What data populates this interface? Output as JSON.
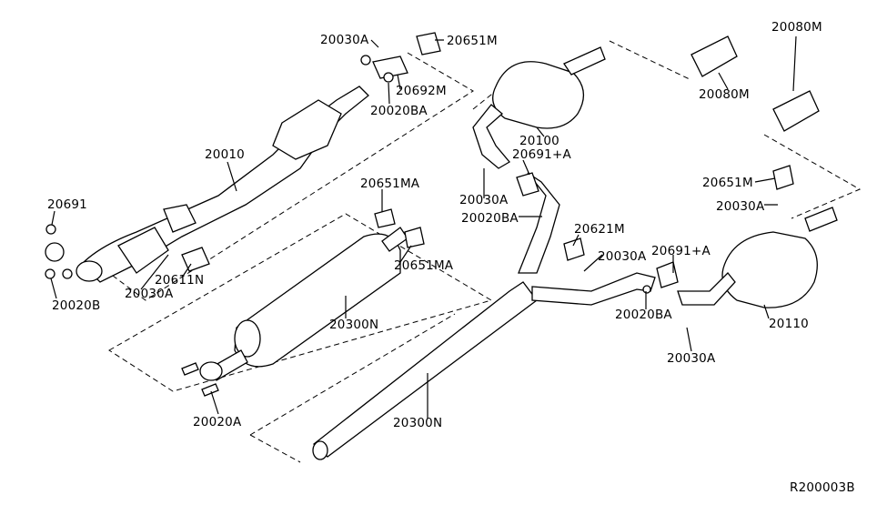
{
  "diagram_code": "R200003B",
  "labels": {
    "l1": "20030A",
    "l2": "20651M",
    "l3": "20692M",
    "l4": "20020BA",
    "l5": "20010",
    "l6": "20691",
    "l7": "20020B",
    "l8": "20030A",
    "l9": "20611N",
    "l10": "20651MA",
    "l11": "20651MA",
    "l12": "20300N",
    "l13": "20020A",
    "l14": "20100",
    "l15": "20691+A",
    "l16": "20030A",
    "l17": "20020BA",
    "l18": "20621M",
    "l19": "20030A",
    "l20": "20691+A",
    "l21": "20020BA",
    "l22": "20300N",
    "l23": "20030A",
    "l24": "20110",
    "l25": "20651M",
    "l26": "20030A",
    "l27": "20080M",
    "l28": "20080M"
  }
}
